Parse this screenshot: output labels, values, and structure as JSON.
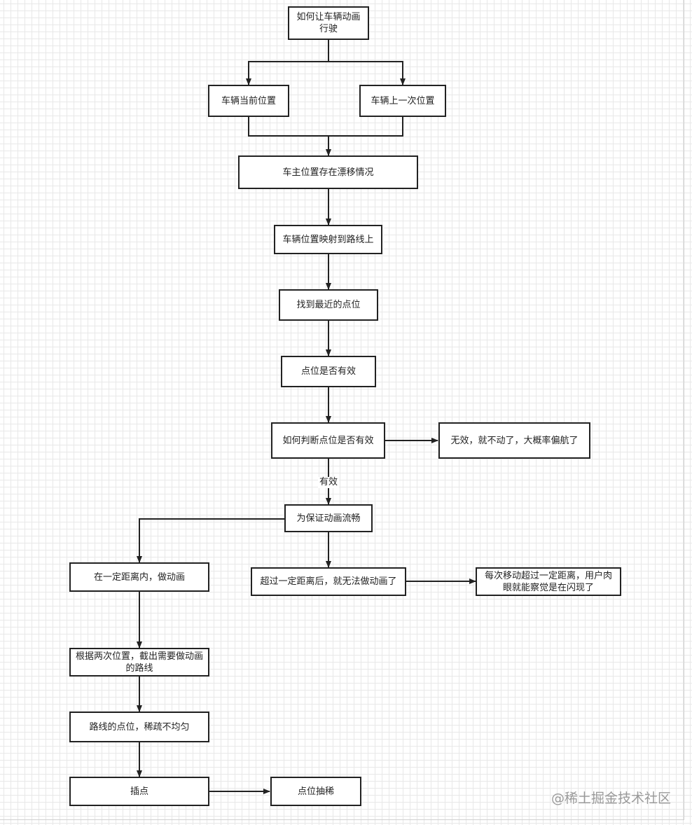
{
  "nodes": {
    "start": "如何让车辆动画行驶",
    "current_pos": "车辆当前位置",
    "last_pos": "车辆上一次位置",
    "drift": "车主位置存在漂移情况",
    "map_to_route": "车辆位置映射到路线上",
    "nearest_point": "找到最近的点位",
    "point_valid": "点位是否有效",
    "how_judge": "如何判断点位是否有效",
    "invalid_result": "无效，就不动了，大概率偏航了",
    "ensure_smooth": "为保证动画流畅",
    "within_distance": "在一定距离内，做动画",
    "beyond_distance": "超过一定距离后，就无法做动画了",
    "flicker_note": "每次移动超过一定距离，用户肉眼就能察觉是在闪现了",
    "cut_route": "根据两次位置，截出需要做动画的路线",
    "sparse_points": "路线的点位，稀疏不均匀",
    "interpolate": "插点",
    "thin_points": "点位抽稀"
  },
  "edge_labels": {
    "valid": "有效"
  },
  "watermark": "@稀土掘金技术社区",
  "colors": {
    "stroke": "#222222",
    "grid": "#e8e8e8",
    "watermark": "#9a9a9a"
  }
}
